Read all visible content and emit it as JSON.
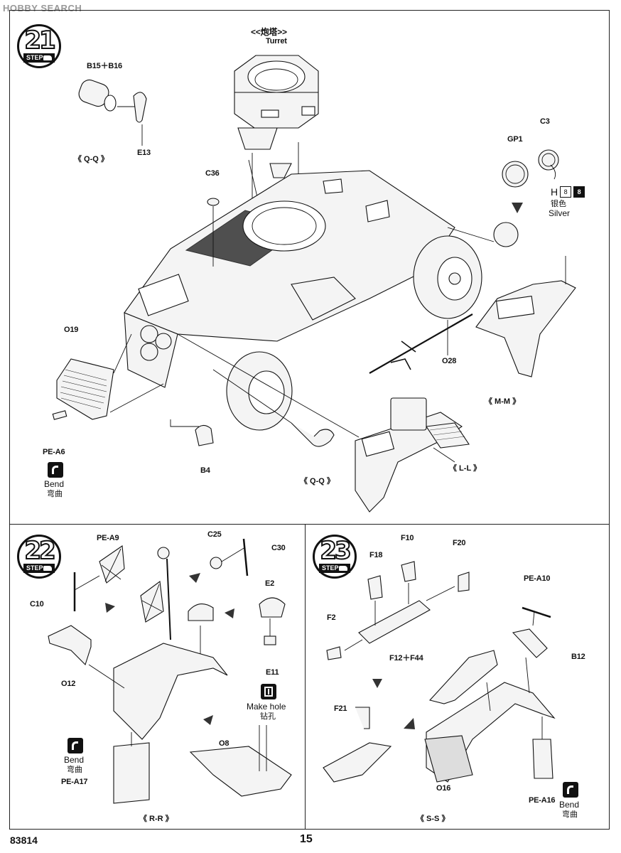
{
  "watermark": "HOBBY SEARCH",
  "page": {
    "code": "83814",
    "number": "15"
  },
  "step21": {
    "num": "21",
    "badge": "STEP",
    "turret_cn": "<<炮塔>>",
    "turret_en": "Turret",
    "labels": {
      "b15b16": "B15＋B16",
      "e13": "E13",
      "c36": "C36",
      "gp1": "GP1",
      "c3": "C3",
      "o19": "O19",
      "o28": "O28",
      "pea6": "PE-A6",
      "b4": "B4"
    },
    "sections": {
      "qq_top": "《 Q-Q 》",
      "qq_bottom": "《 Q-Q 》",
      "mm": "《 M-M 》",
      "ll": "《 L-L 》"
    },
    "paint": {
      "letter": "H",
      "box1": "8",
      "box2": "8",
      "cn": "银色",
      "en": "Silver"
    },
    "bend_en": "Bend",
    "bend_cn": "弯曲"
  },
  "step22": {
    "num": "22",
    "badge": "STEP",
    "labels": {
      "pea9": "PE-A9",
      "c25": "C25",
      "c30": "C30",
      "c10": "C10",
      "e2": "E2",
      "e11": "E11",
      "o12": "O12",
      "o8": "O8",
      "pea17": "PE-A17"
    },
    "hole_en": "Make hole",
    "hole_cn": "钻孔",
    "bend_en": "Bend",
    "bend_cn": "弯曲",
    "section": "《 R-R 》"
  },
  "step23": {
    "num": "23",
    "badge": "STEP",
    "labels": {
      "f10": "F10",
      "f18": "F18",
      "f20": "F20",
      "f2": "F2",
      "f12f44": "F12＋F44",
      "pea10": "PE-A10",
      "b12": "B12",
      "f21": "F21",
      "o16": "O16",
      "pea16": "PE-A16"
    },
    "bend_en": "Bend",
    "bend_cn": "弯曲",
    "section": "《 S-S 》"
  }
}
